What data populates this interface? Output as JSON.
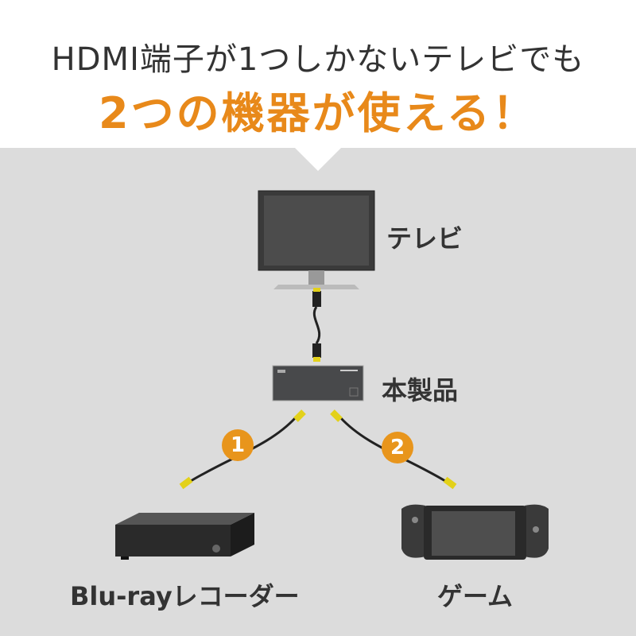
{
  "headline": {
    "line1": "HDMI端子が1つしかないテレビでも",
    "line2": "2つの機器が使える！"
  },
  "devices": {
    "tv": "テレビ",
    "switch": "本製品",
    "bluray": "Blu-rayレコーダー",
    "game": "ゲーム"
  },
  "badges": [
    "1",
    "2"
  ],
  "colors": {
    "accent": "#e8891a",
    "background": "#dcdcdc",
    "connector": "#e3d11a"
  }
}
